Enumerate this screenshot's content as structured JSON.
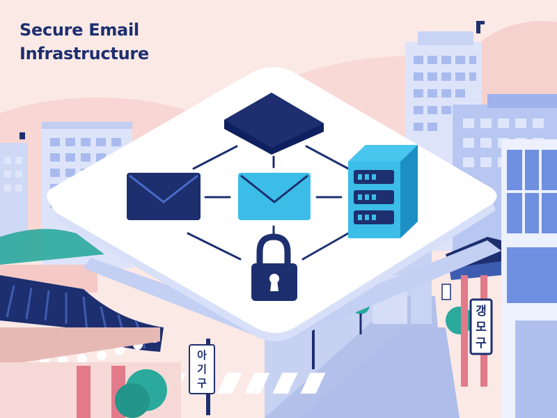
{
  "heading": {
    "line1": "Secure Email",
    "line2": "Infrastructure"
  },
  "signs": {
    "left": [
      "아",
      "기",
      "구"
    ],
    "right": [
      "갱",
      "모",
      "구"
    ]
  },
  "colors": {
    "navy": "#1d2f6f",
    "cyan": "#3bbde8",
    "sky": "#fbe9e6",
    "building": "#a7b9ee",
    "road": "#b6c4ea"
  },
  "icons": [
    "envelope-icon",
    "server-icon",
    "padlock-icon",
    "hub-node-icon"
  ]
}
